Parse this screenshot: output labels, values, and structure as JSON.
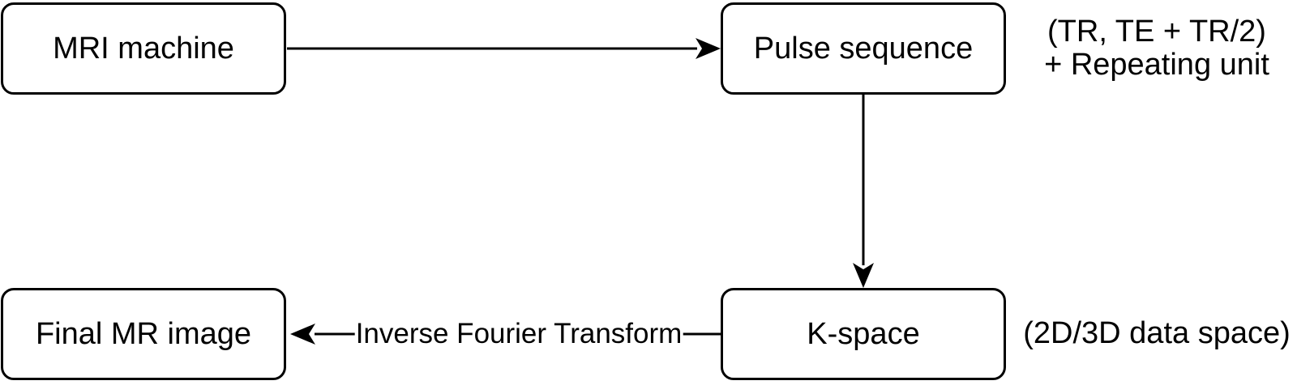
{
  "diagram": {
    "background_color": "#ffffff",
    "stroke_color": "#000000",
    "nodes": [
      {
        "id": "mri-machine",
        "label": "MRI machine"
      },
      {
        "id": "pulse-sequence",
        "label": "Pulse sequence"
      },
      {
        "id": "k-space",
        "label": "K-space"
      },
      {
        "id": "final-mr-image",
        "label": "Final MR image"
      }
    ],
    "annotations": {
      "pulse_params_line1": "(TR, TE + TR/2)",
      "pulse_params_line2": "+ Repeating unit",
      "kspace_note": "(2D/3D data space)"
    },
    "edges": {
      "mri_to_pulse": "",
      "pulse_to_kspace": "",
      "kspace_to_final_label": "Inverse Fourier Transform"
    }
  }
}
